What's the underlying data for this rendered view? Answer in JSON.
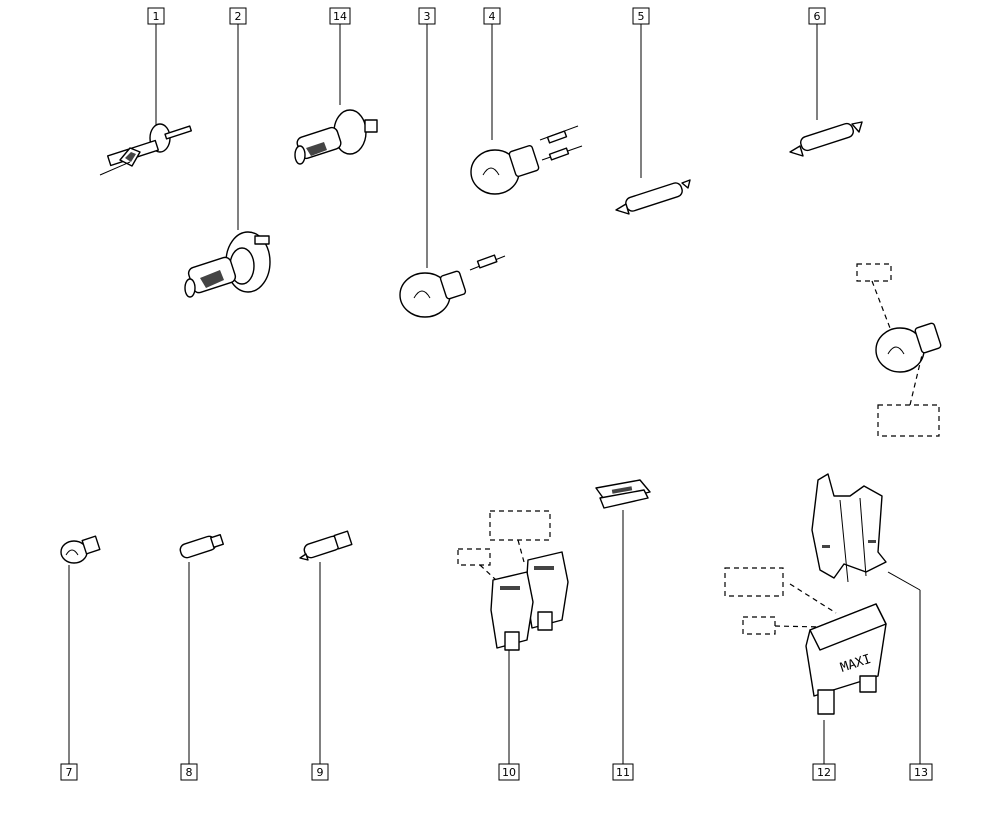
{
  "callouts": {
    "c1": "1",
    "c2": "2",
    "c14": "14",
    "c3": "3",
    "c4": "4",
    "c5": "5",
    "c6": "6",
    "c7": "7",
    "c8": "8",
    "c9": "9",
    "c10": "10",
    "c11": "11",
    "c12": "12",
    "c13": "13"
  },
  "maxi_label": "MAXI"
}
